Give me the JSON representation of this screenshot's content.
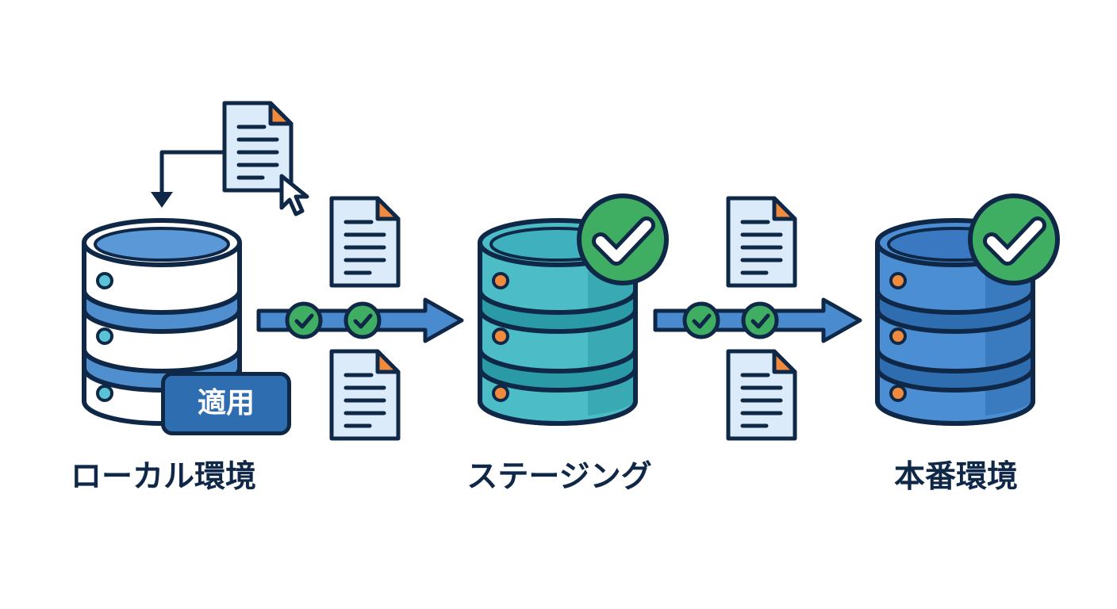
{
  "stages": [
    {
      "id": "local",
      "label": "ローカル環境",
      "verified": false,
      "body_color": "#ffffff",
      "band_color": "#4f8fd0",
      "top_color": "#5a98d8",
      "led_color": "#58c4d6"
    },
    {
      "id": "staging",
      "label": "ステージング",
      "verified": true,
      "body_color": "#4cbcc6",
      "band_color": "#2a9aa6",
      "top_color": "#3fb1be",
      "led_color": "#f08a3c"
    },
    {
      "id": "production",
      "label": "本番環境",
      "verified": true,
      "body_color": "#4c8ed4",
      "band_color": "#2f6db1",
      "top_color": "#3a79c2",
      "led_color": "#f08a3c"
    }
  ],
  "apply_badge": {
    "label": "適用"
  },
  "icons": {
    "document": "document-icon",
    "cursor": "cursor-arrow-icon",
    "check": "check-circle-icon",
    "arrow": "flow-arrow-icon"
  },
  "colors": {
    "outline": "#0f2847",
    "check_green": "#3fae62",
    "arrow_blue": "#4a8bd0",
    "doc_fill": "#dcebf9",
    "doc_fold": "#f08a3c"
  }
}
